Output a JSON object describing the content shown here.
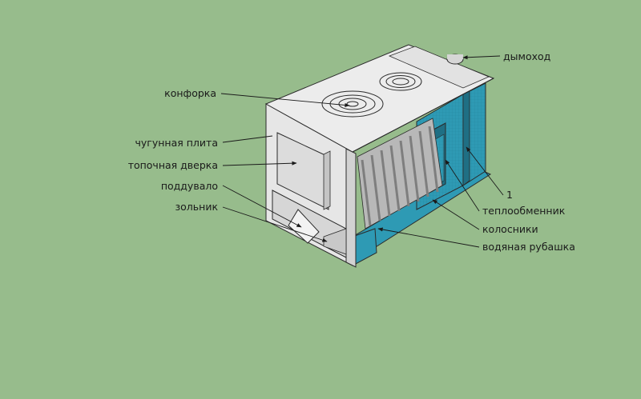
{
  "colors": {
    "background": "#97bc8c",
    "body_light": "#e6e6e6",
    "body_mid": "#d2d2d2",
    "body_top": "#ececec",
    "water": "#2e9ab4",
    "water_dark": "#1f6f84",
    "outline": "#2a2a2a"
  },
  "labels": {
    "chimney": "дымоход",
    "burner": "конфорка",
    "cast_iron_plate": "чугунная плита",
    "firebox_door": "топочная дверка",
    "blower": "поддувало",
    "ash_pan": "зольник",
    "number_1": "1",
    "heat_exchanger": "теплообменник",
    "grates": "колосники",
    "water_jacket": "водяная рубашка"
  }
}
